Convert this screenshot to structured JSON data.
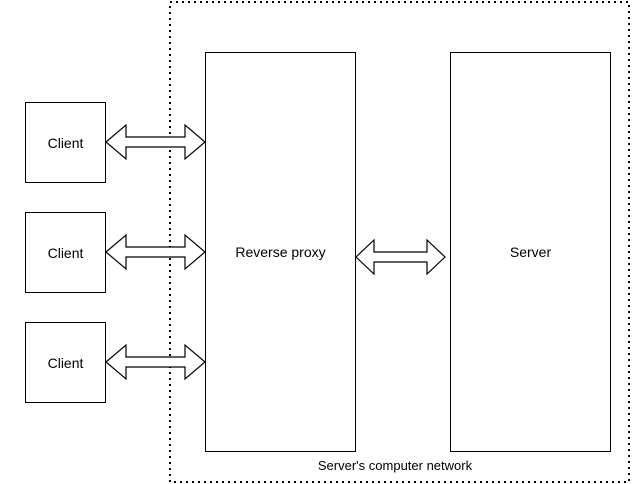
{
  "clients": [
    "Client",
    "Client",
    "Client"
  ],
  "proxy": "Reverse proxy",
  "server": "Server",
  "network_label": "Server's computer network"
}
